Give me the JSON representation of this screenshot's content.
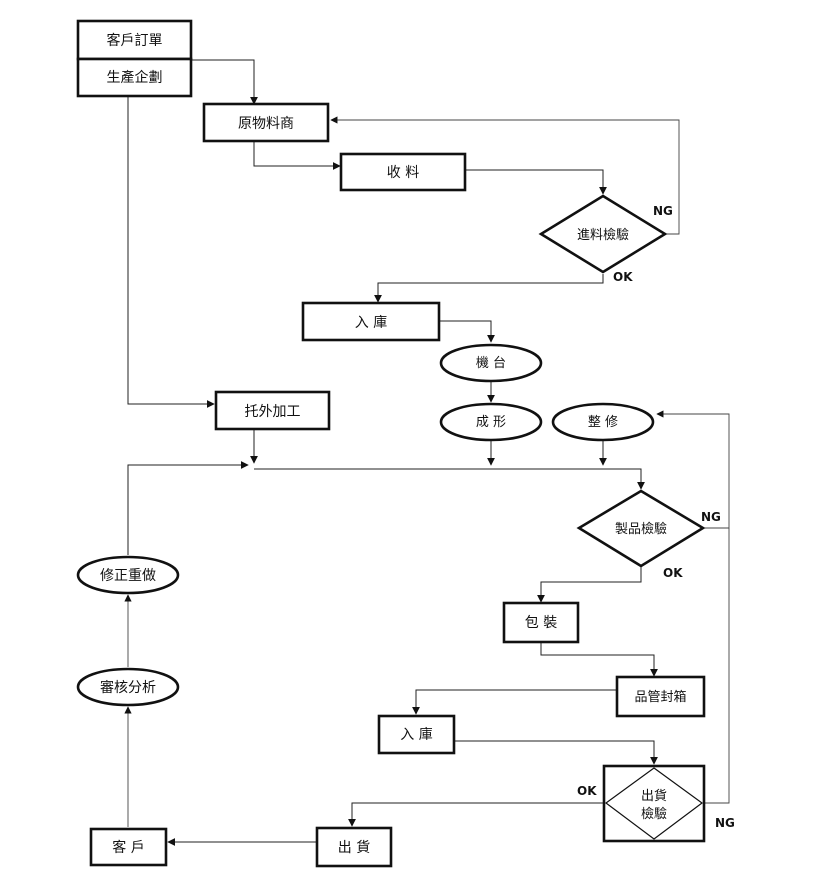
{
  "nodes": {
    "customer_order": "客戶訂單",
    "production_planning": "生產企劃",
    "raw_material_supplier": "原物料商",
    "receiving": "收 料",
    "incoming_inspection": "進料檢驗",
    "warehouse_in_1": "入 庫",
    "machine": "機 台",
    "forming": "成 形",
    "outsourced_processing": "托外加工",
    "finishing": "整 修",
    "product_inspection": "製品檢驗",
    "packaging": "包 裝",
    "qc_boxing": "品管封箱",
    "warehouse_in_2": "入 庫",
    "shipping_inspection_line1": "出貨",
    "shipping_inspection_line2": "檢驗",
    "shipping": "出 貨",
    "customer": "客 戶",
    "review_analysis": "審核分析",
    "rework": "修正重做"
  },
  "tags": {
    "incoming_ng": "NG",
    "incoming_ok": "OK",
    "product_ng": "NG",
    "product_ok": "OK",
    "shipping_ok": "OK",
    "shipping_ng": "NG"
  }
}
